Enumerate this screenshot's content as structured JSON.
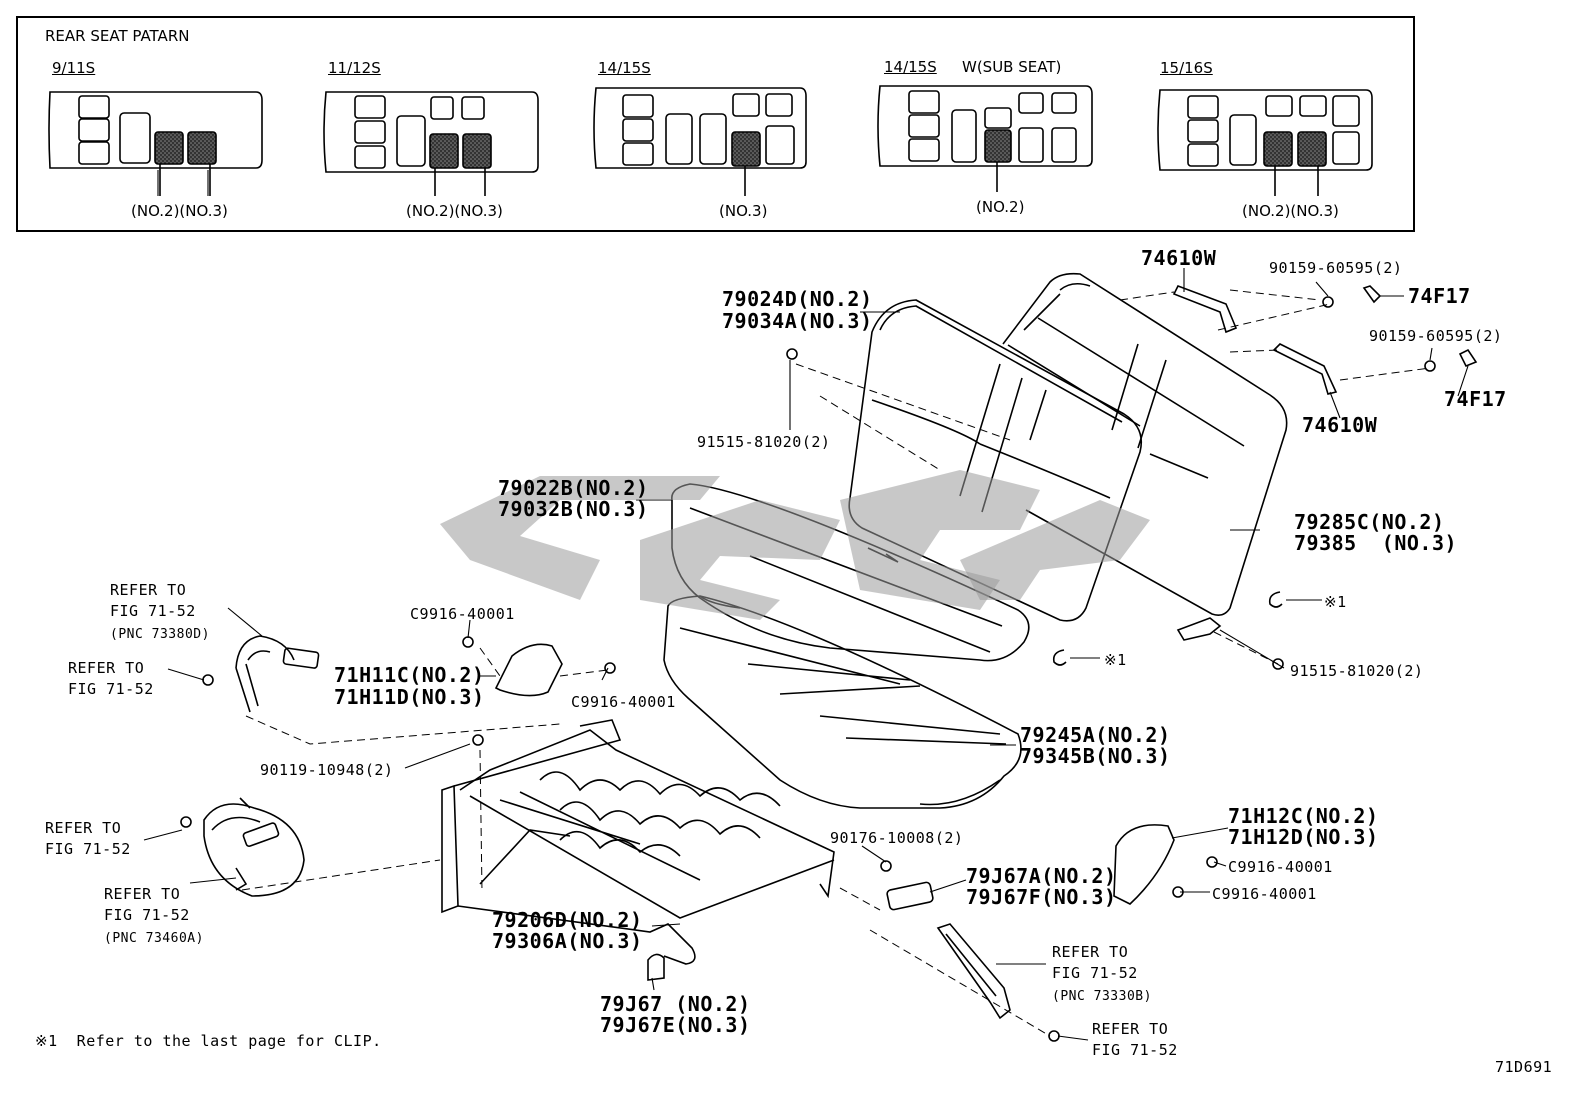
{
  "inset": {
    "title": "REAR SEAT PATARN",
    "patterns": [
      {
        "code": "9/11S",
        "note": "",
        "callouts": "(NO.2)(NO.3)"
      },
      {
        "code": "11/12S",
        "note": "",
        "callouts": "(NO.2)(NO.3)"
      },
      {
        "code": "14/15S",
        "note": "",
        "callouts": "(NO.3)"
      },
      {
        "code": "14/15S",
        "note": "W(SUB SEAT)",
        "callouts": "(NO.2)"
      },
      {
        "code": "15/16S",
        "note": "",
        "callouts": "(NO.2)(NO.3)"
      }
    ]
  },
  "parts": {
    "hinge_upper": "74610W",
    "bolt_upper": "90159-60595(2)",
    "cap_upper": "74F17",
    "bolt_lower": "90159-60595(2)",
    "cap_lower": "74F17",
    "hinge_lower": "74610W",
    "back_cover": [
      "79024D(NO.2)",
      "79034A(NO.3)"
    ],
    "bolt_back": "91515-81020(2)",
    "cushion_cover": [
      "79022B(NO.2)",
      "79032B(NO.3)"
    ],
    "back_assy": [
      "79285C(NO.2)",
      "79385  (NO.3)"
    ],
    "clip_right": "※1",
    "clip_center": "※1",
    "bolt_right": "91515-81020(2)",
    "belt_a": [
      "REFER TO",
      "FIG 71-52",
      "(PNC 73380D)"
    ],
    "refer_b": [
      "REFER TO",
      "FIG 71-52"
    ],
    "screw_top": "C9916-40001",
    "shield_left": [
      "71H11C(NO.2)",
      "71H11D(NO.3)"
    ],
    "screw_mid": "C9916-40001",
    "cushion_pad": [
      "79245A(NO.2)",
      "79345B(NO.3)"
    ],
    "bolt_frame": "90119-10948(2)",
    "refer_c": [
      "REFER TO",
      "FIG 71-52"
    ],
    "belt_d": [
      "REFER TO",
      "FIG 71-52",
      "(PNC 73460A)"
    ],
    "nut_frame": "90176-10008(2)",
    "shield_right": [
      "71H12C(NO.2)",
      "71H12D(NO.3)"
    ],
    "screw_r1": "C9916-40001",
    "screw_r2": "C9916-40001",
    "handle": [
      "79J67A(NO.2)",
      "79J67F(NO.3)"
    ],
    "frame": [
      "79206D(NO.2)",
      "79306A(NO.3)"
    ],
    "belt_e": [
      "REFER TO",
      "FIG 71-52",
      "(PNC 73330B)"
    ],
    "cover_small": [
      "79J67 (NO.2)",
      "79J67E(NO.3)"
    ],
    "refer_f": [
      "REFER TO",
      "FIG 71-52"
    ]
  },
  "footnote": "※1  Refer to the last page for CLIP.",
  "figure_id": "71D691"
}
